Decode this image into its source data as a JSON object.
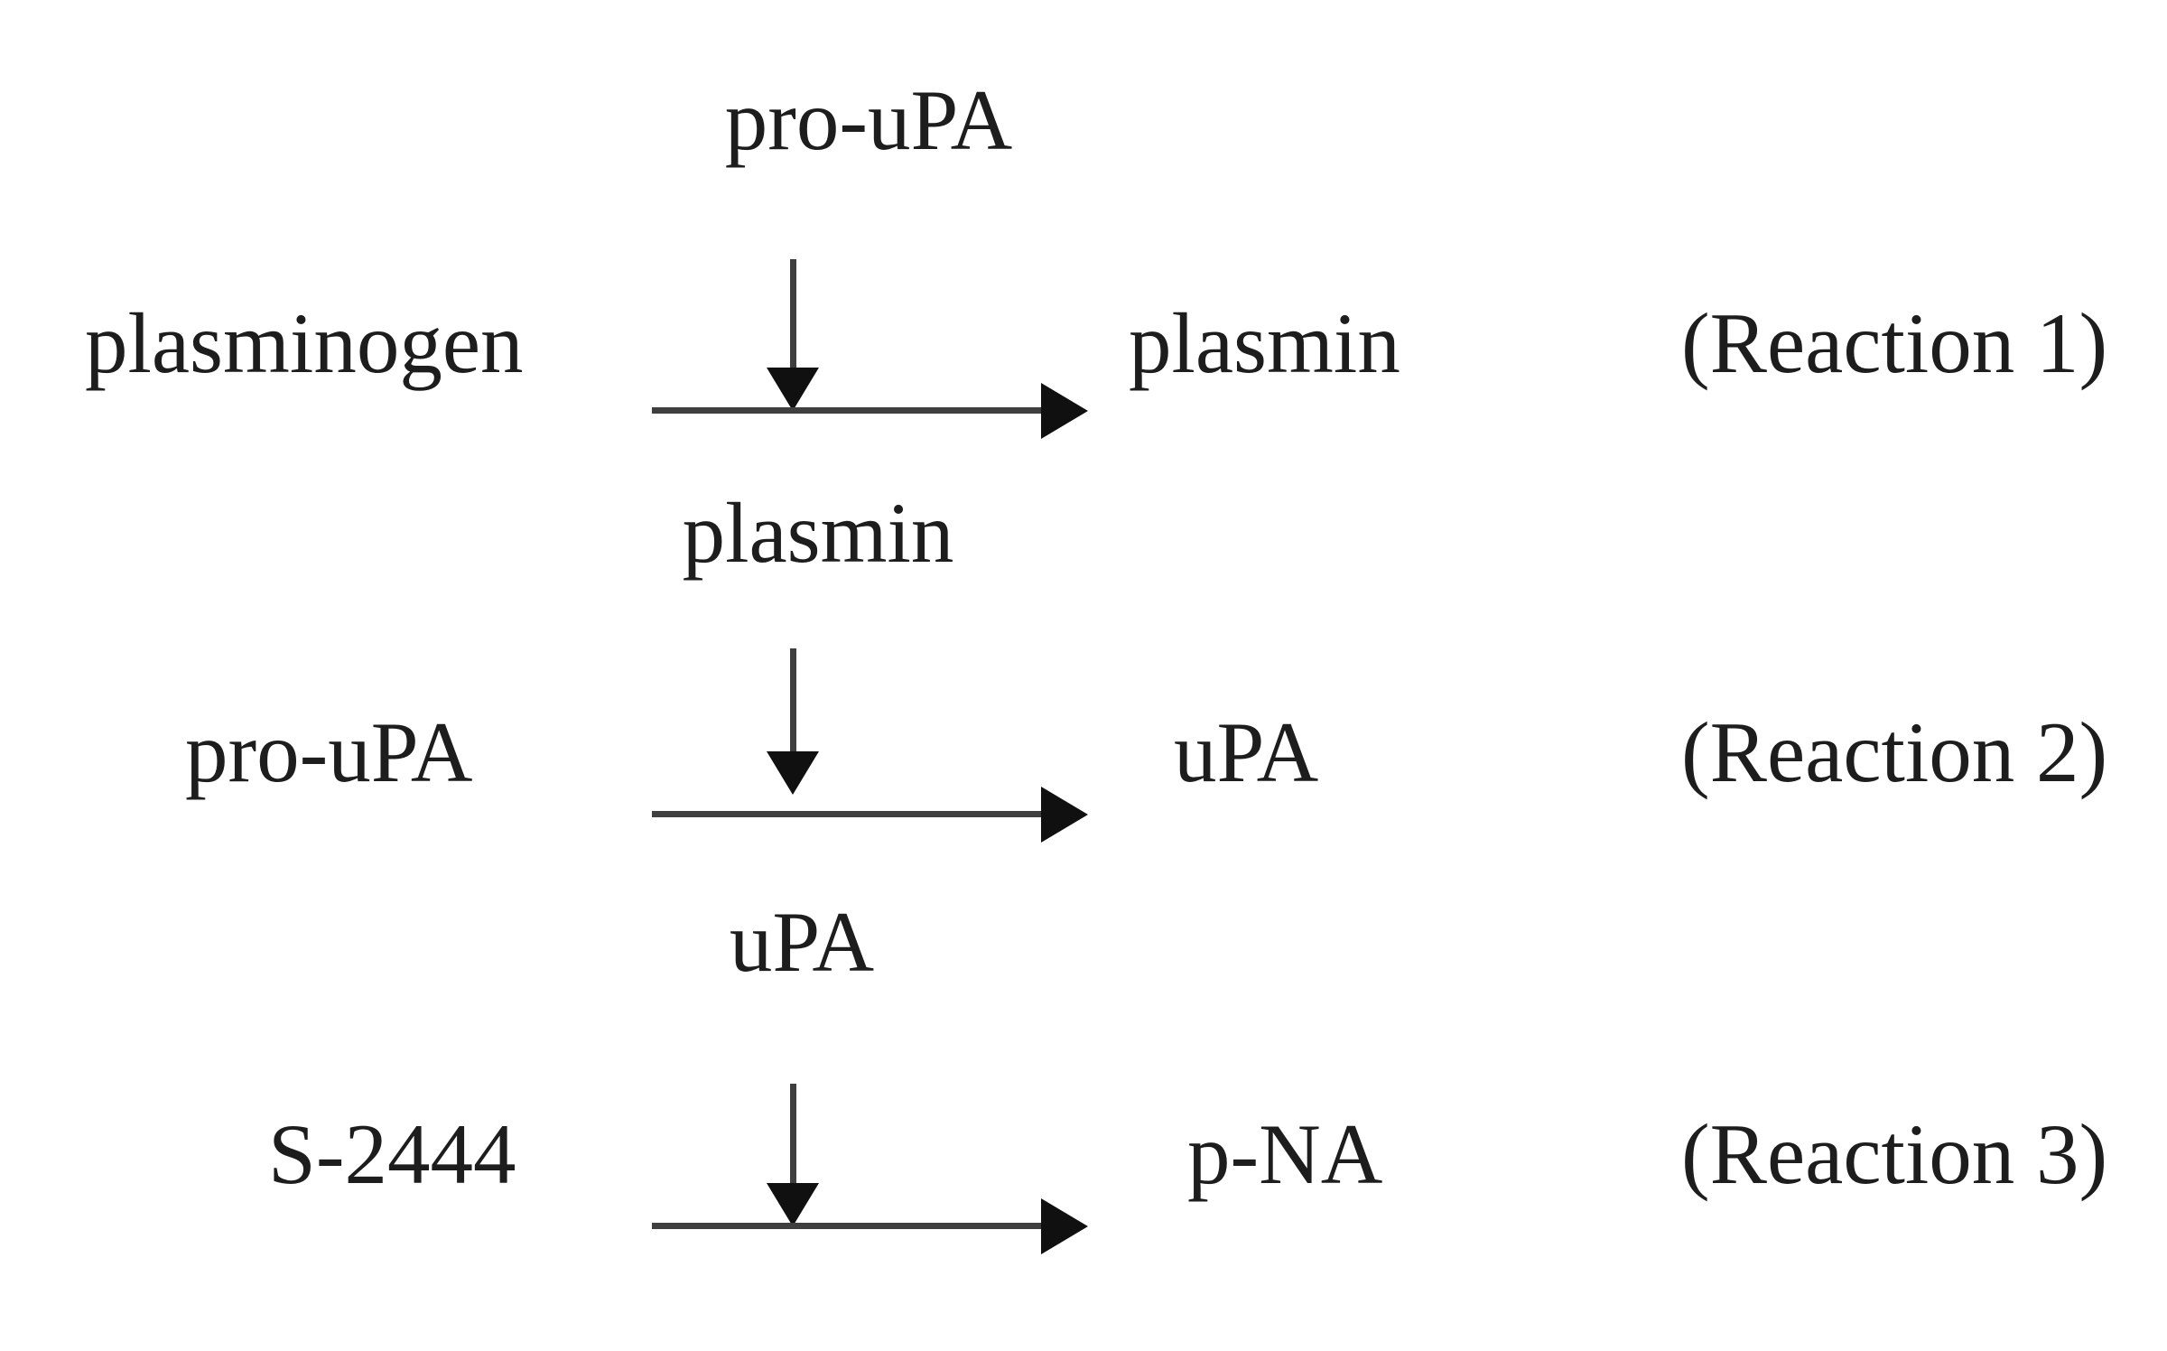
{
  "diagram_type": "enzymatic-reaction-scheme",
  "colors": {
    "background": "#ffffff",
    "text": "#1d1d1d",
    "arrow_line": "#3f3f3f",
    "arrowhead": "#101010"
  },
  "reactions": [
    {
      "substrate": "plasminogen",
      "enzyme": "pro-uPA",
      "product": "plasmin",
      "label": "(Reaction 1)"
    },
    {
      "substrate": "pro-uPA",
      "enzyme": "plasmin",
      "product": "uPA",
      "label": "(Reaction 2)"
    },
    {
      "substrate": "S-2444",
      "enzyme": "uPA",
      "product": "p-NA",
      "label": "(Reaction 3)"
    }
  ]
}
